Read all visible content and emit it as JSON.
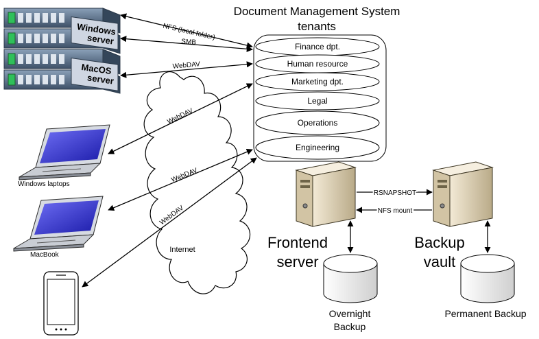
{
  "title": {
    "line1": "Document Management System",
    "line2": "tenants"
  },
  "tenants": [
    "Finance dpt.",
    "Human resource",
    "Marketing dpt.",
    "Legal",
    "Operations",
    "Engineering"
  ],
  "servers": {
    "windows": {
      "line1": "Windows",
      "line2": "server"
    },
    "macos": {
      "line1": "MacOS",
      "line2": "server"
    }
  },
  "connections": {
    "nfs_local": "NFS (local folder)",
    "smb": "SMB",
    "webdav_macos": "WebDAV",
    "webdav_windows_laptops": "WebDAV",
    "webdav_macbook": "WebDAV",
    "webdav_phone": "WebDAV",
    "rsnapshot": "RSNAPSHOT",
    "nfs_mount": "NFS mount"
  },
  "devices": {
    "windows_laptops": "Windows laptops",
    "macbook": "MacBook"
  },
  "internet": "Internet",
  "frontend": {
    "line1": "Frontend",
    "line2": "server"
  },
  "backup_vault": {
    "line1": "Backup",
    "line2": "vault"
  },
  "storage": {
    "overnight": {
      "line1": "Overnight",
      "line2": "Backup"
    },
    "permanent": "Permanent Backup"
  },
  "colors": {
    "server_rack": "#5a6f86",
    "server_label_band": "#cfd6e2",
    "tower_body": "#e8dcc4",
    "laptop_screen": "#2f2fd0",
    "arrow": "#000000"
  }
}
